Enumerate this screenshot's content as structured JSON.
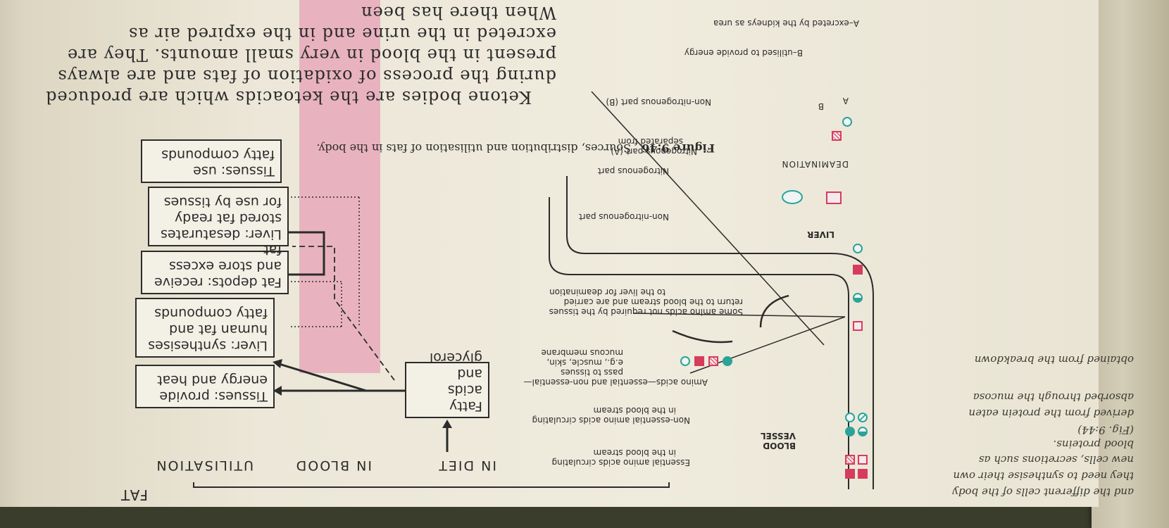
{
  "side_text": {
    "lines": [
      "and the different cells of the body",
      "they need to synthesise their own",
      "new cells, secretions such as",
      "blood proteins.",
      "(Fig. 9:44)",
      "derived from the protein eaten",
      "absorbed through the mucosa",
      "obtained from the breakdown"
    ]
  },
  "fat_header": {
    "title": "FAT",
    "col1": "IN DIET",
    "col2": "IN BLOOD",
    "col3": "UTILISATION"
  },
  "fat_boxes": {
    "fatty_acids": [
      "Fatty acids",
      "and",
      "glycerol"
    ],
    "tissues_energy": [
      "Tissues: provide",
      "energy and heat"
    ],
    "liver_synth": [
      "Liver: synthesises",
      "human fat and",
      "fatty compounds"
    ],
    "fat_depots": [
      "Fat depots: receive",
      "and store excess fat"
    ],
    "liver_desat": [
      "Liver: desaturates",
      "stored fat ready",
      "for use by tissues"
    ],
    "tissues_use": [
      "Tissues: use",
      "fatty compounds"
    ]
  },
  "protein_labels": {
    "essential": [
      "Essential amino acids circulating",
      "in the blood stream"
    ],
    "blood_vessel": [
      "BLOOD",
      "VESSEL"
    ],
    "non_essential": [
      "Non-essential amino acids circulating",
      "in the blood stream"
    ],
    "amino_pass": [
      "Amino acids—essential and non-essential—",
      "pass to tissues",
      "e.g., muscle, skin,",
      "mucous membrane"
    ],
    "some_amino": [
      "Some amino acids not required by the tissues",
      "return to the blood stream and are carried",
      "to the liver for deamination"
    ],
    "liver": "LIVER",
    "deamination": "DEAMINATION",
    "non_nitrogenous_part": "Non-nitrogenous part",
    "nitrogenous_part": "Nitrogenous part",
    "nitro_sep": [
      "Nitrogenous part (A)",
      "separated from"
    ],
    "non_nitro_b": "Non-nitrogenous part (B)",
    "letter_a": "A",
    "letter_b": "B",
    "b_utilised": "B–utilised to provide energy",
    "a_excreted": "A–excreted by the kidneys as urea"
  },
  "figure_caption": {
    "label": "Figure 9:46",
    "text": "Sources, distribution and utilisation of fats in the body."
  },
  "body_paragraph": {
    "lines": [
      "Ketone bodies are the ketoacids which are produced",
      "during the process of oxidation of fats and are always",
      "present in the blood in very small amounts. They are",
      "excreted in the urine and in the expired air as",
      "When there has been"
    ]
  },
  "colors": {
    "pink_band": "#e8b3bf",
    "essential_red": "#d63c5c",
    "non_essential_teal": "#2aa39a",
    "paper": "#ece7d8"
  }
}
